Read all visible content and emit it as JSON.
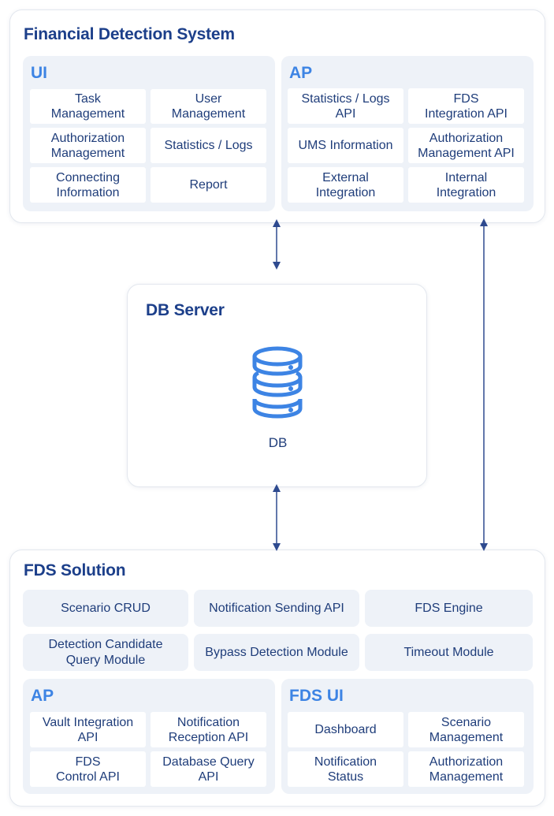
{
  "fds_system": {
    "title": "Financial Detection System",
    "ui": {
      "title": "UI",
      "items": [
        "Task\nManagement",
        "User\nManagement",
        "Authorization\nManagement",
        "Statistics / Logs",
        "Connecting\nInformation",
        "Report"
      ]
    },
    "ap": {
      "title": "AP",
      "items": [
        "Statistics / Logs\nAPI",
        "FDS\nIntegration API",
        "UMS Information",
        "Authorization\nManagement API",
        "External\nIntegration",
        "Internal\nIntegration"
      ]
    }
  },
  "db_server": {
    "title": "DB Server",
    "icon": "database-icon",
    "label": "DB"
  },
  "fds_solution": {
    "title": "FDS Solution",
    "modules": [
      "Scenario CRUD",
      "Notification Sending API",
      "FDS Engine",
      "Detection Candidate\nQuery Module",
      "Bypass Detection Module",
      "Timeout Module"
    ],
    "ap": {
      "title": "AP",
      "items": [
        "Vault Integration\nAPI",
        "Notification\nReception API",
        "FDS\nControl API",
        "Database Query\nAPI"
      ]
    },
    "ui": {
      "title": "FDS UI",
      "items": [
        "Dashboard",
        "Scenario\nManagement",
        "Notification\nStatus",
        "Authorization\nManagement"
      ]
    }
  },
  "colors": {
    "title": "#1c3f8a",
    "section_title": "#3d84e4",
    "section_bg": "#eef2f8",
    "arrow": "#2e4a8f",
    "db_icon": "#3d84e4"
  }
}
